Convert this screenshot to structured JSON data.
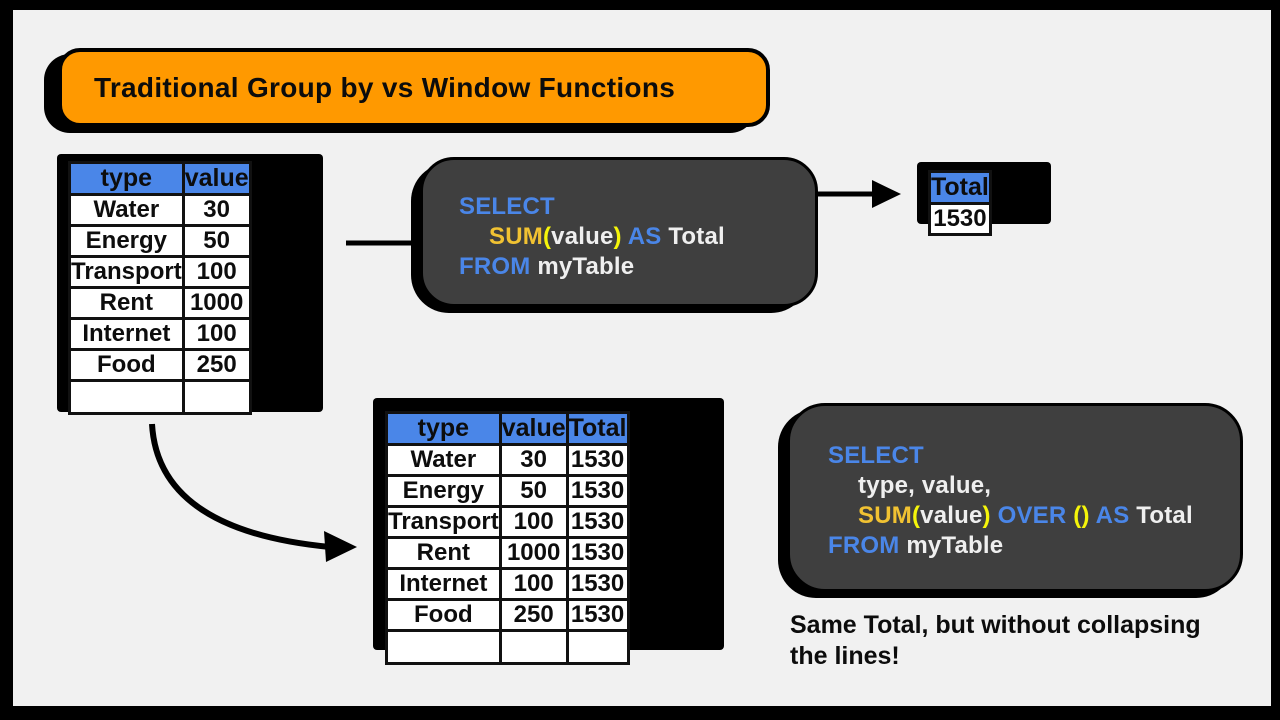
{
  "banner": {
    "title": "Traditional Group by vs Window Functions"
  },
  "source_table": {
    "headers": [
      "type",
      "value"
    ],
    "rows": [
      [
        "Water",
        "30"
      ],
      [
        "Energy",
        "50"
      ],
      [
        "Transport",
        "100"
      ],
      [
        "Rent",
        "1000"
      ],
      [
        "Internet",
        "100"
      ],
      [
        "Food",
        "250"
      ],
      [
        "",
        ""
      ]
    ]
  },
  "group_by_query": {
    "select_kw": "SELECT",
    "sum_fn": "SUM",
    "open_paren": "(",
    "arg": "value",
    "close_paren": ")",
    "as_kw": "AS",
    "alias": "Total",
    "from_kw": "FROM",
    "table": "myTable"
  },
  "total_table": {
    "header": "Total",
    "value": "1530"
  },
  "window_query": {
    "select_kw": "SELECT",
    "columns": "type, value,",
    "sum_fn": "SUM",
    "open_paren": "(",
    "arg": "value",
    "close_paren": ")",
    "over_kw": "OVER",
    "over_parens": "()",
    "as_kw": "AS",
    "alias": "Total",
    "from_kw": "FROM",
    "table": "myTable"
  },
  "result_table": {
    "headers": [
      "type",
      "value",
      "Total"
    ],
    "rows": [
      [
        "Water",
        "30",
        "1530"
      ],
      [
        "Energy",
        "50",
        "1530"
      ],
      [
        "Transport",
        "100",
        "1530"
      ],
      [
        "Rent",
        "1000",
        "1530"
      ],
      [
        "Internet",
        "100",
        "1530"
      ],
      [
        "Food",
        "250",
        "1530"
      ],
      [
        "",
        "",
        ""
      ]
    ]
  },
  "note": {
    "text": "Same Total, but without collapsing the lines!"
  },
  "colors": {
    "frame_black": "#000000",
    "background_gray": "#f1f1f1",
    "banner_orange": "#ff9900",
    "table_header_blue": "#4a86e8",
    "code_box_gray": "#3f3f3f",
    "sql_keyword_blue": "#4a86e8",
    "sql_function_gold": "#f1c232",
    "sql_paren_yellow": "#f5f50a",
    "sql_text_white": "#efefef"
  }
}
